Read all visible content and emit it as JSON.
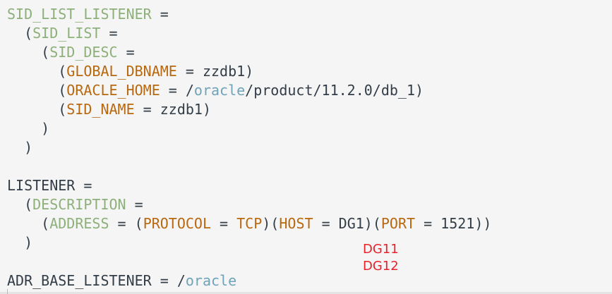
{
  "editor": {
    "lines": [
      [
        {
          "t": "SID_LIST_LISTENER",
          "c": "green"
        },
        {
          "t": " =",
          "c": "plain"
        }
      ],
      [
        {
          "t": "  (",
          "c": "plain"
        },
        {
          "t": "SID_LIST",
          "c": "green"
        },
        {
          "t": " =",
          "c": "plain"
        }
      ],
      [
        {
          "t": "    (",
          "c": "plain"
        },
        {
          "t": "SID_DESC",
          "c": "green"
        },
        {
          "t": " =",
          "c": "plain"
        }
      ],
      [
        {
          "t": "      (",
          "c": "plain"
        },
        {
          "t": "GLOBAL_DBNAME",
          "c": "orange"
        },
        {
          "t": " = zzdb1)",
          "c": "plain"
        }
      ],
      [
        {
          "t": "      (",
          "c": "plain"
        },
        {
          "t": "ORACLE_HOME",
          "c": "orange"
        },
        {
          "t": " = /",
          "c": "plain"
        },
        {
          "t": "oracle",
          "c": "teal"
        },
        {
          "t": "/product/11.2.0/db_1)",
          "c": "plain"
        }
      ],
      [
        {
          "t": "      (",
          "c": "plain"
        },
        {
          "t": "SID_NAME",
          "c": "orange"
        },
        {
          "t": " = zzdb1)",
          "c": "plain"
        }
      ],
      [
        {
          "t": "    )",
          "c": "plain"
        }
      ],
      [
        {
          "t": "  )",
          "c": "plain"
        }
      ],
      [],
      [
        {
          "t": "LISTENER =",
          "c": "plain"
        }
      ],
      [
        {
          "t": "  (",
          "c": "plain"
        },
        {
          "t": "DESCRIPTION",
          "c": "green"
        },
        {
          "t": " =",
          "c": "plain"
        }
      ],
      [
        {
          "t": "    (",
          "c": "plain"
        },
        {
          "t": "ADDRESS",
          "c": "green"
        },
        {
          "t": " = (",
          "c": "plain"
        },
        {
          "t": "PROTOCOL",
          "c": "orange"
        },
        {
          "t": " = ",
          "c": "plain"
        },
        {
          "t": "TCP",
          "c": "orange"
        },
        {
          "t": ")(",
          "c": "plain"
        },
        {
          "t": "HOST",
          "c": "orange"
        },
        {
          "t": " = DG1)(",
          "c": "plain"
        },
        {
          "t": "PORT",
          "c": "orange"
        },
        {
          "t": " = 1521))",
          "c": "plain"
        }
      ],
      [
        {
          "t": "  )",
          "c": "plain"
        }
      ],
      [],
      [
        {
          "t": "ADR_BASE_LISTENER = /",
          "c": "plain"
        },
        {
          "t": "oracle",
          "c": "teal"
        }
      ]
    ]
  },
  "annotations": {
    "line1": "DG11",
    "line2": "DG12"
  }
}
